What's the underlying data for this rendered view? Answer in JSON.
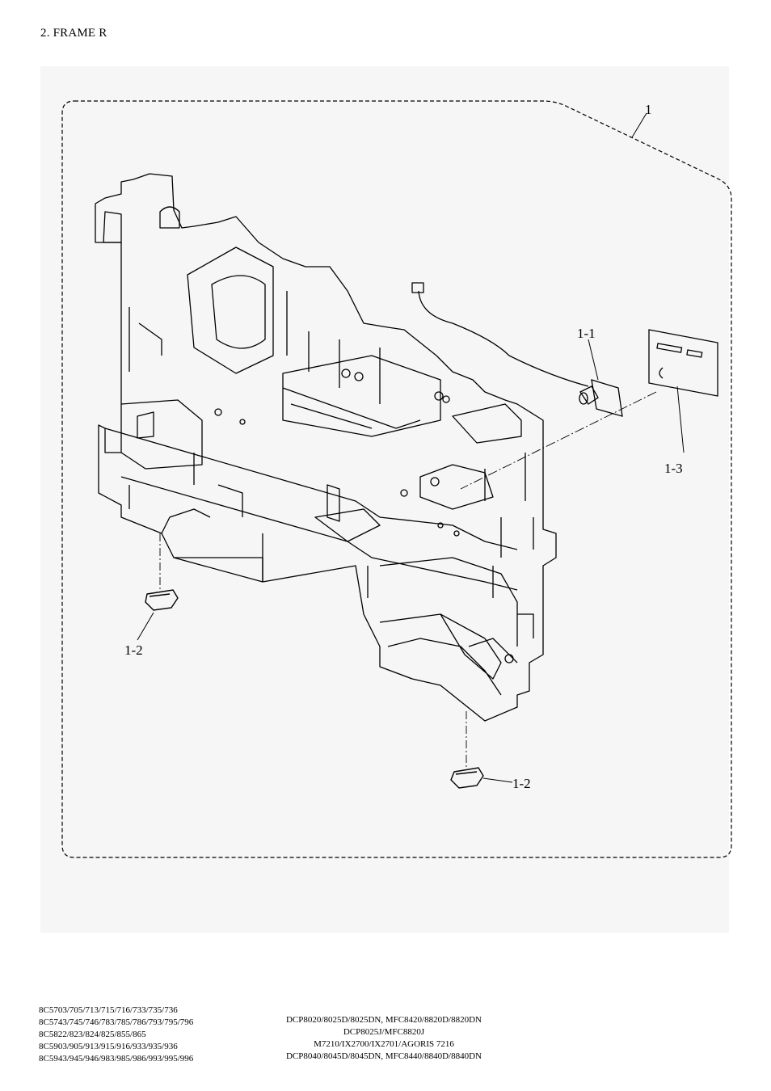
{
  "page": {
    "title": "2. FRAME R"
  },
  "diagram": {
    "callouts": {
      "assembly": "1",
      "part_1_1": "1-1",
      "part_1_2_left": "1-2",
      "part_1_2_right": "1-2",
      "part_1_3": "1-3"
    }
  },
  "footer": {
    "part_codes": [
      "8C5703/705/713/715/716/733/735/736",
      "8C5743/745/746/783/785/786/793/795/796",
      "8C5822/823/824/825/855/865",
      "8C5903/905/913/915/916/933/935/936",
      "8C5943/945/946/983/985/986/993/995/996"
    ],
    "models": [
      "DCP8020/8025D/8025DN, MFC8420/8820D/8820DN",
      "DCP8025J/MFC8820J",
      "M7210/IX2700/IX2701/AGORIS 7216",
      "DCP8040/8045D/8045DN, MFC8440/8840D/8840DN"
    ]
  }
}
